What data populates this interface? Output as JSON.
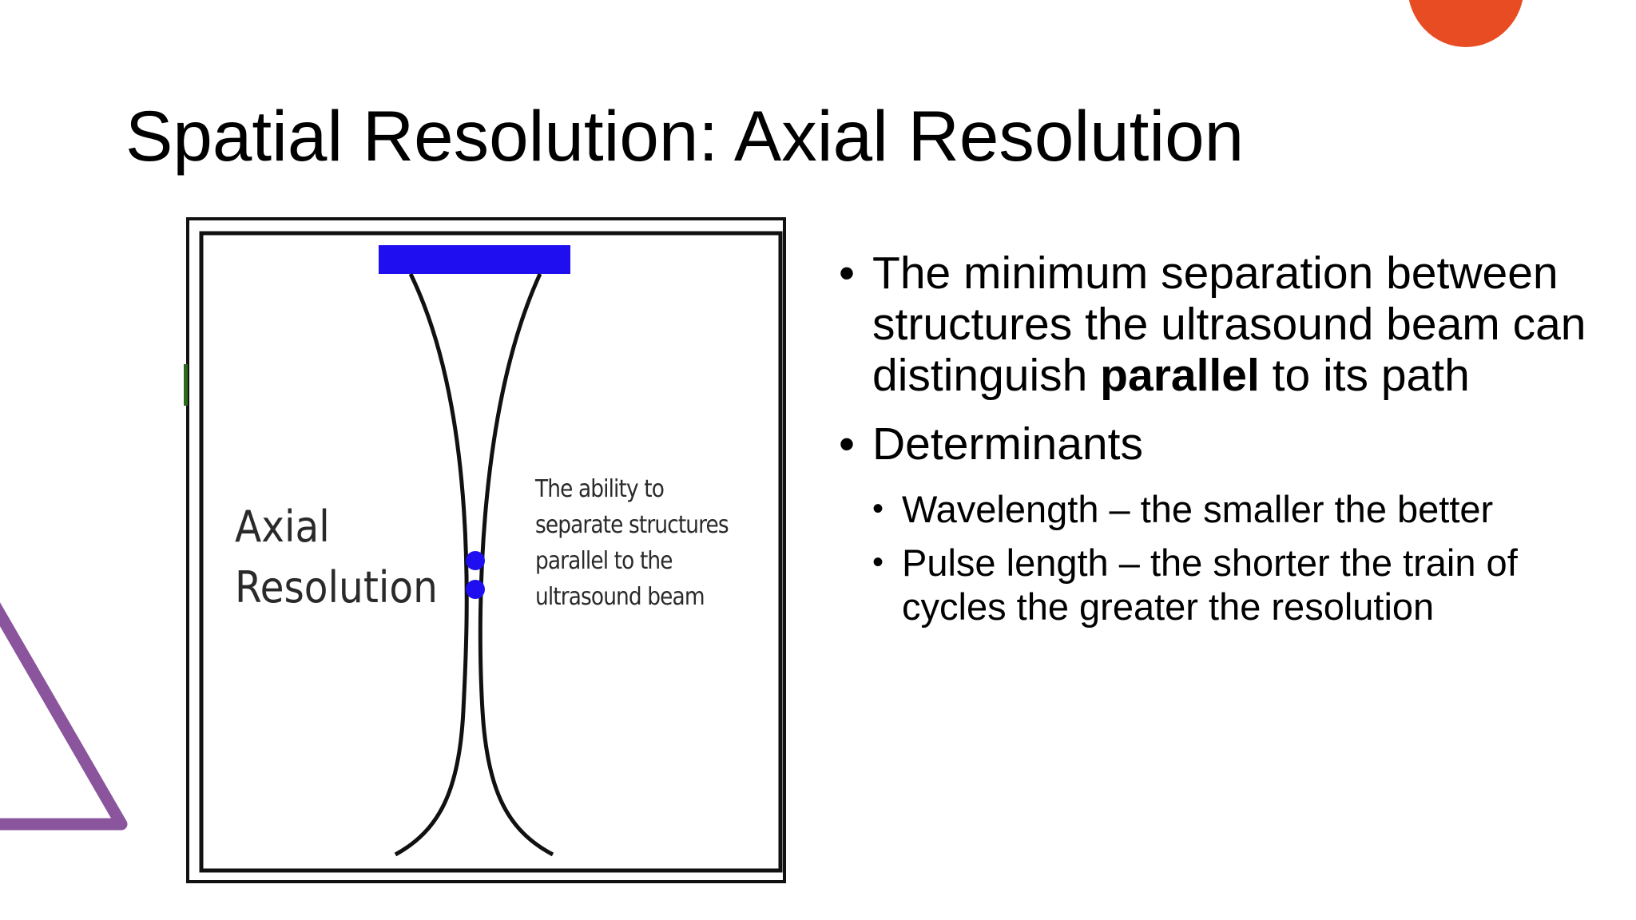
{
  "colors": {
    "accent_orange": "#e84c22",
    "triangle_purple": "#8a559c",
    "transducer_blue": "#1f0ff0",
    "frame_black": "#111111"
  },
  "slide": {
    "title": "Spatial Resolution: Axial Resolution"
  },
  "figure": {
    "label": "Axial\nResolution",
    "caption": "The ability to\nseparate structures\nparallel to the\nultrasound beam"
  },
  "bullets": [
    {
      "text_before": "The minimum separation between structures the ultrasound beam can distinguish ",
      "bold": "parallel",
      "text_after": " to its path"
    },
    {
      "text": "Determinants",
      "sub": [
        "Wavelength – the smaller the better",
        "Pulse length – the shorter the train of cycles the greater the resolution"
      ]
    }
  ],
  "bullet_glyph": "•",
  "icons": {
    "corner": "orange-circle-icon",
    "decoration": "purple-triangle-outline-icon"
  }
}
